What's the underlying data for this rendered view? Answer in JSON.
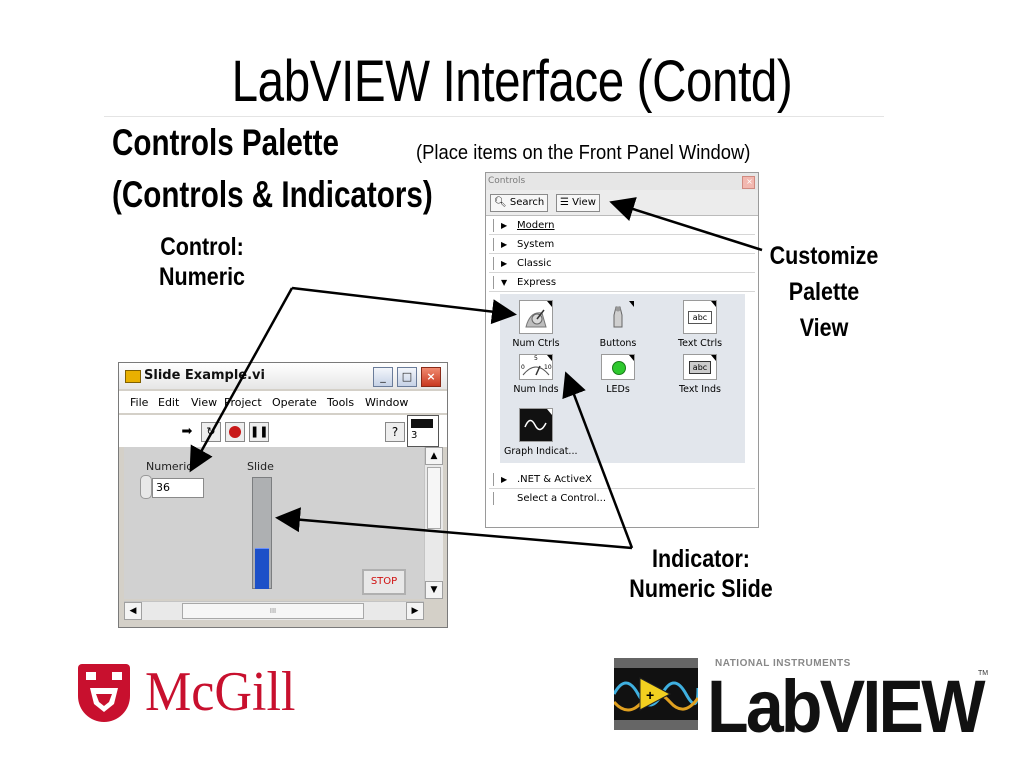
{
  "slide": {
    "title": "LabVIEW Interface (Contd)",
    "heading_line1": "Controls Palette",
    "heading_line2": "(Controls & Indicators)",
    "note": "(Place items on the Front Panel Window)"
  },
  "callouts": {
    "control_line1": "Control:",
    "control_line2": "Numeric",
    "customize_line1": "Customize",
    "customize_line2": "Palette",
    "customize_line3": "View",
    "indicator_line1": "Indicator:",
    "indicator_line2": "Numeric Slide"
  },
  "palette": {
    "title": "Controls",
    "close_glyph": "×",
    "search_label": "Search",
    "view_label": "View",
    "categories": [
      {
        "label": "Modern",
        "expanded": false
      },
      {
        "label": "System",
        "expanded": false
      },
      {
        "label": "Classic",
        "expanded": false
      },
      {
        "label": "Express",
        "expanded": true
      },
      {
        "label": ".NET & ActiveX",
        "expanded": false
      }
    ],
    "items": [
      {
        "label": "Num Ctrls",
        "icon": "num-ctrls-icon"
      },
      {
        "label": "Buttons",
        "icon": "buttons-icon"
      },
      {
        "label": "Text Ctrls",
        "icon": "text-ctrls-icon"
      },
      {
        "label": "Num Inds",
        "icon": "num-inds-icon"
      },
      {
        "label": "LEDs",
        "icon": "leds-icon"
      },
      {
        "label": "Text Inds",
        "icon": "text-inds-icon"
      },
      {
        "label": "Graph Indicat...",
        "icon": "graph-indicators-icon"
      }
    ],
    "text_ctrl_sample": "abc",
    "text_ind_sample": "abc",
    "gauge_scale": [
      "0",
      "5",
      "10"
    ],
    "select_control_label": "Select a Control..."
  },
  "vi_window": {
    "title": "Slide Example.vi",
    "minimize_glyph": "_",
    "maximize_glyph": "□",
    "close_glyph": "×",
    "menus": [
      "File",
      "Edit",
      "View",
      "Project",
      "Operate",
      "Tools",
      "Window"
    ],
    "help_glyph": "?",
    "connector_label": "3",
    "numeric_label": "Numeric",
    "numeric_value": "36",
    "slide_label": "Slide",
    "slide_fraction": 0.36,
    "stop_label": "STOP",
    "hscroll_grip": "III"
  },
  "logos": {
    "mcgill_text": "McGill",
    "ni_text": "NATIONAL INSTRUMENTS",
    "labview_text": "LabVIEW",
    "trademark": "TM"
  },
  "colors": {
    "mcgill_red": "#c8102e",
    "arrow_black": "#000000",
    "slide_fill_blue": "#1c50c8",
    "led_green": "#2ec82e"
  }
}
